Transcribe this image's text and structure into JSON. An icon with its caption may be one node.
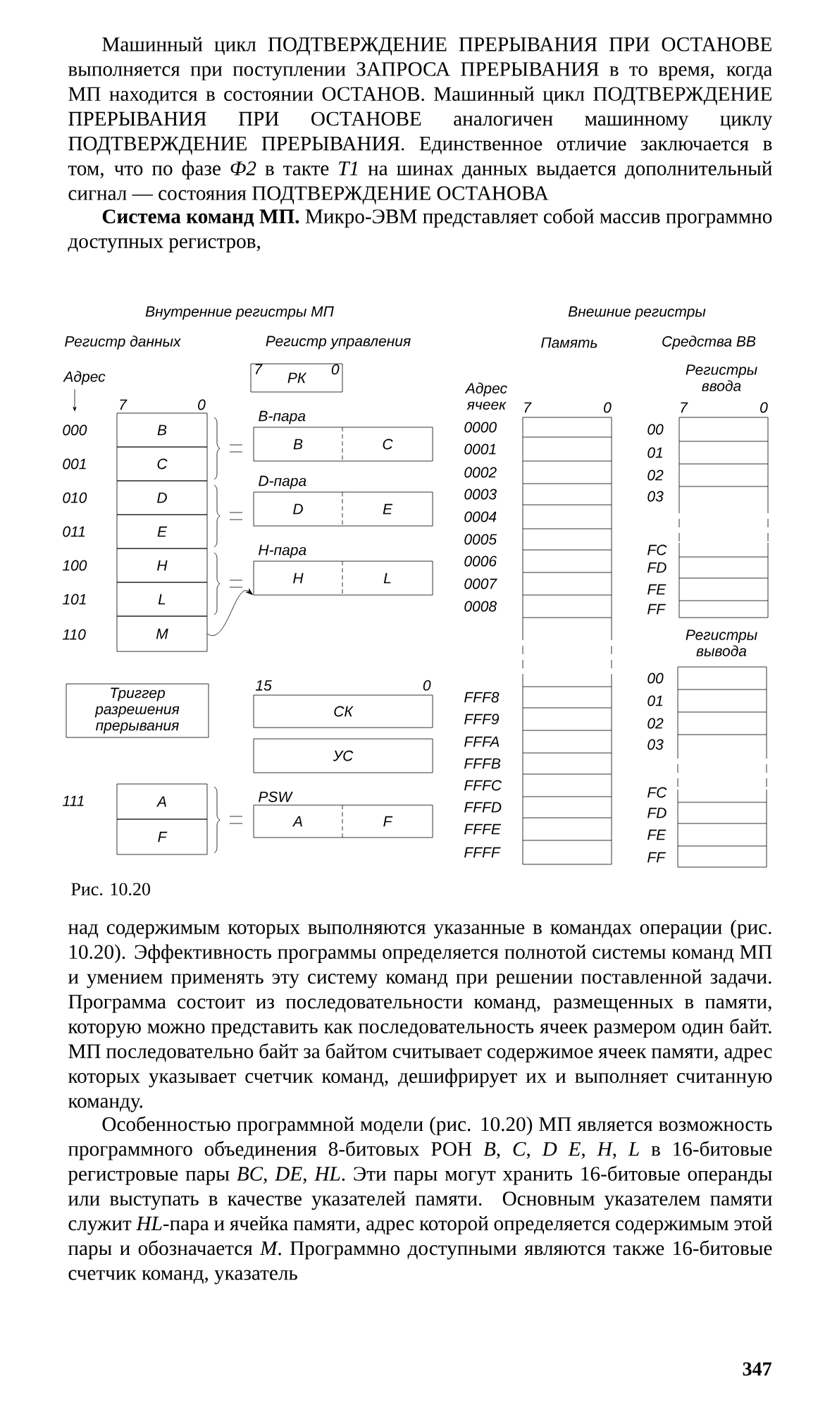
{
  "diagram": {
    "caption": "Рис. 10.20",
    "nodes": [
      {
        "text": [
          "7",
          "РК",
          "0"
        ]
      },
      {
        "text": [
          "B"
        ]
      },
      {
        "text": [
          "C"
        ]
      },
      {
        "text": [
          "D"
        ]
      },
      {
        "text": [
          "E"
        ]
      },
      {
        "text": [
          "H"
        ]
      },
      {
        "text": [
          "L"
        ]
      },
      {
        "text": [
          "M"
        ]
      },
      {
        "text": [
          "B-пара",
          "B",
          "C"
        ]
      },
      {
        "text": [
          "D-пара",
          "D",
          "E"
        ]
      },
      {
        "text": [
          "H-пара",
          "H",
          "L"
        ]
      },
      {
        "text": [
          "Триггер разрешения прерывания"
        ]
      },
      {
        "text": [
          "СК"
        ],
        "beside": [
          "15",
          "0"
        ]
      },
      {
        "text": [
          "УС"
        ]
      },
      {
        "text": [
          "A"
        ]
      },
      {
        "text": [
          "F"
        ]
      },
      {
        "text": [
          "PSW",
          "A",
          "F"
        ]
      }
    ],
    "edges": [
      {
        "from": 7,
        "to": 10,
        "arrow": "to"
      }
    ],
    "labels": [
      "Машинный цикл ПОДТВЕРЖДЕНИЕ ПРЕРЫВАНИЯ ПРИ ОСТАНОВЕ выполняется при поступлении ЗАПРОСА ПРЕРЫВАНИЯ в то время, когда МП находится в состоянии ОСТАНОВ. Машинный цикл ПОДТВЕРЖДЕНИЕ ПРЕРЫВАНИЯ ПРИ ОСТАНОВЕ аналогичен машинному циклу ПОДТВЕРЖДЕНИЕ ПРЕРЫВАНИЯ. Единственное отличие заключается в том, что по фазе *Ф2* в такте *T1* на шинах данных выдается дополнительный сигнал — состояния ПОДТВЕРЖДЕНИЕ ОСТАНОВА",
      "**Система команд МП.** Микро-ЭВМ представляет собой массив программно доступных регистров,",
      "Внутренние регистры МП",
      "Внешние регистры",
      "Регистр данных",
      "Регистр управления",
      "Память",
      "Средства ВВ",
      "Регистры ввода",
      "Адрес",
      "Адрес ячеек",
      "7",
      "0",
      "7",
      "0",
      "7",
      "0",
      "000",
      "001",
      "010",
      "011",
      "100",
      "101",
      "110",
      "0000",
      "0001",
      "0002",
      "0003",
      "0004",
      "0005",
      "0006",
      "0007",
      "0008",
      "00",
      "01",
      "02",
      "03",
      "FC",
      "FD",
      "FE",
      "FF",
      "Регистры вывода",
      "111",
      "FFF8",
      "FFF9",
      "FFFA",
      "FFFB",
      "FFFC",
      "FFFD",
      "FFFE",
      "FFFF",
      "00",
      "01",
      "02",
      "03",
      "FC",
      "FD",
      "FE",
      "FF",
      "над содержимым которых выполняются указанные в командах операции (рис. 10.20). Эффективность программы определяется полнотой системы команд МП и умением применять эту систему команд при решении поставленной задачи. Программа состоит из последовательности команд, размещенных в памяти, которую можно представить как последовательность ячеек размером один байт. МП последовательно байт за байтом считывает содержимое ячеек памяти, адрес которых указывает счетчик команд, дешифрирует их и выполняет считанную команду.",
      "Особенностью программной модели (рис. 10.20) МП является возможность программного объединения 8-битовых РОН *B*, *C*, *D* *E*, *H*, *L* в 16-битовые регистровые пары *BC*, *DE*, *HL*. Эти пары могут хранить 16-битовые операнды или выступать в качестве указателей памяти. Основным указателем памяти служит *HL*-пара и ячейка памяти, адрес которой определяется содержимым этой пары и обозначается *M*. Программно доступными являются также 16-битовые счетчик команд, указатель",
      "347"
    ]
  }
}
